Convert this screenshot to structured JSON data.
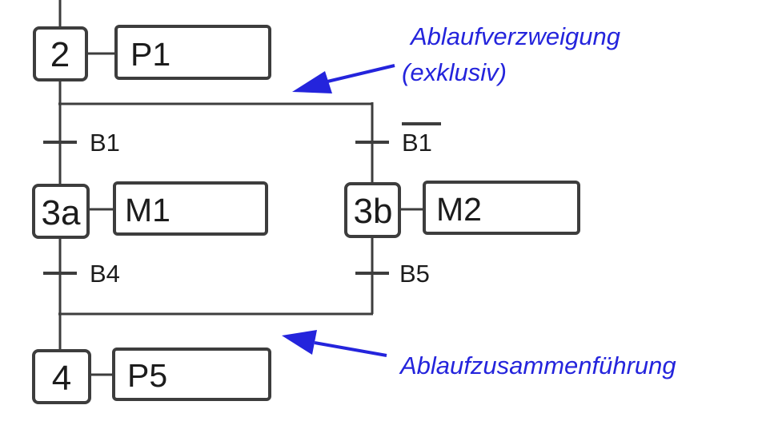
{
  "diagram": {
    "type": "sequential-function-chart",
    "steps": [
      {
        "id": "2",
        "label": "2",
        "action": "P1"
      },
      {
        "id": "3a",
        "label": "3a",
        "action": "M1"
      },
      {
        "id": "3b",
        "label": "3b",
        "action": "M2"
      },
      {
        "id": "4",
        "label": "4",
        "action": "P5"
      }
    ],
    "transitions": [
      {
        "id": "B1",
        "label": "B1",
        "negated": false
      },
      {
        "id": "B1-not",
        "label": "B1",
        "negated": true
      },
      {
        "id": "B4",
        "label": "B4",
        "negated": false
      },
      {
        "id": "B5",
        "label": "B5",
        "negated": false
      }
    ],
    "annotations": {
      "branch": {
        "line1": "Ablaufverzweigung",
        "line2": "(exklusiv)"
      },
      "merge": {
        "line1": "Ablaufzusammenführung"
      }
    },
    "colors": {
      "annotation_blue": "#2424dc",
      "line_dark": "#3d3d3d",
      "text_black": "#1c1c1c",
      "background": "#ffffff"
    }
  }
}
